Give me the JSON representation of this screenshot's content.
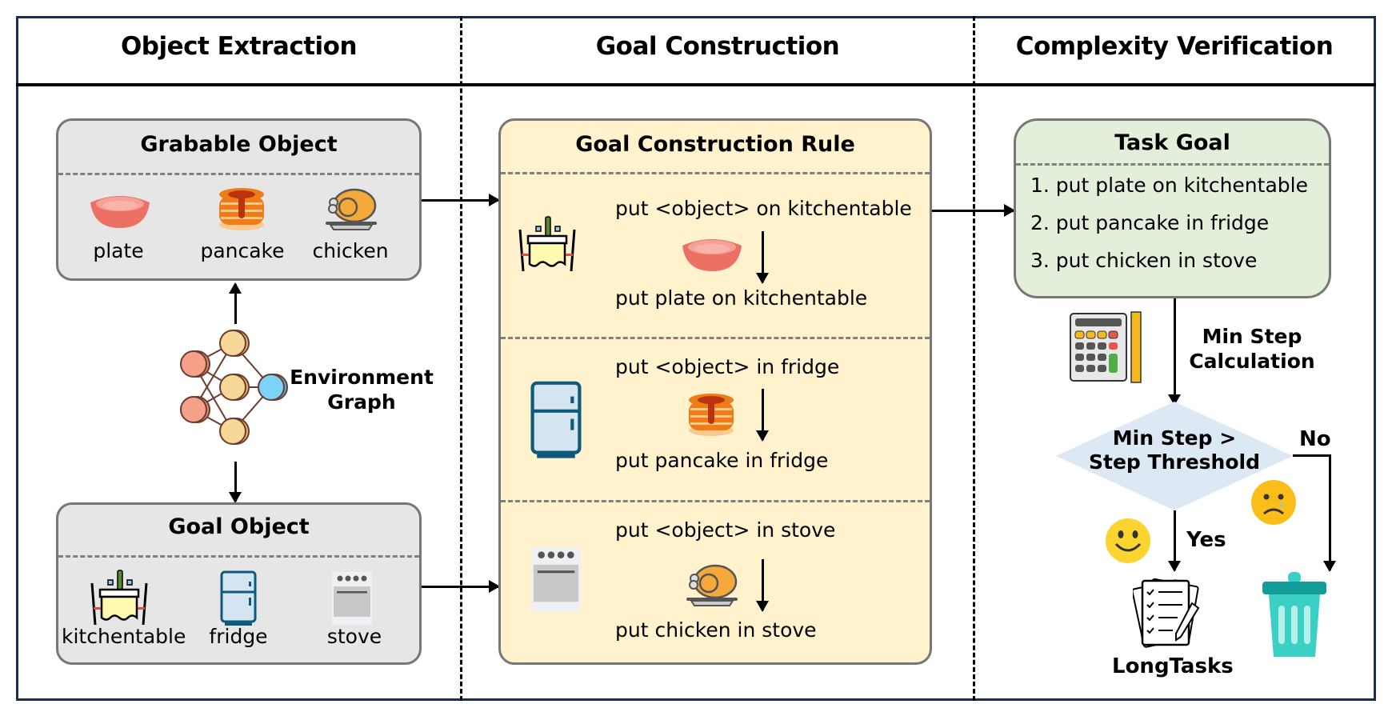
{
  "columns": {
    "object_extraction": "Object Extraction",
    "goal_construction": "Goal Construction",
    "complexity_verification": "Complexity Verification"
  },
  "grabable": {
    "title": "Grabable Object",
    "items": [
      {
        "label": "plate",
        "icon": "plate-icon"
      },
      {
        "label": "pancake",
        "icon": "pancake-icon"
      },
      {
        "label": "chicken",
        "icon": "chicken-icon"
      }
    ]
  },
  "environment_graph": {
    "line1": "Environment",
    "line2": "Graph"
  },
  "goal_object": {
    "title": "Goal Object",
    "items": [
      {
        "label": "kitchentable",
        "icon": "kitchentable-icon"
      },
      {
        "label": "fridge",
        "icon": "fridge-icon"
      },
      {
        "label": "stove",
        "icon": "stove-icon"
      }
    ]
  },
  "rule_box": {
    "title": "Goal Construction Rule",
    "rules": [
      {
        "template": "put <object> on kitchentable",
        "result": "put plate on kitchentable",
        "target_icon": "kitchentable-icon",
        "object_icon": "plate-icon"
      },
      {
        "template": "put <object> in fridge",
        "result": "put pancake in fridge",
        "target_icon": "fridge-icon",
        "object_icon": "pancake-icon"
      },
      {
        "template": "put <object> in stove",
        "result": "put chicken in stove",
        "target_icon": "stove-icon",
        "object_icon": "chicken-icon"
      }
    ]
  },
  "task_goal": {
    "title": "Task Goal",
    "items": [
      "1. put plate on kitchentable",
      "2. put pancake in fridge",
      "3. put chicken in stove"
    ]
  },
  "min_step": {
    "line1": "Min Step",
    "line2": "Calculation"
  },
  "decision": {
    "line1": "Min Step >",
    "line2": "Step Threshold",
    "yes": "Yes",
    "no": "No"
  },
  "output": {
    "label": "LongTasks"
  },
  "colors": {
    "frame": "#1c2e4f",
    "gray_box": "#e6e6e6",
    "rule_box": "#fff2cc",
    "task_box": "#e2efda",
    "decision": "#dde8f5",
    "trash": "#3ccfc6"
  }
}
